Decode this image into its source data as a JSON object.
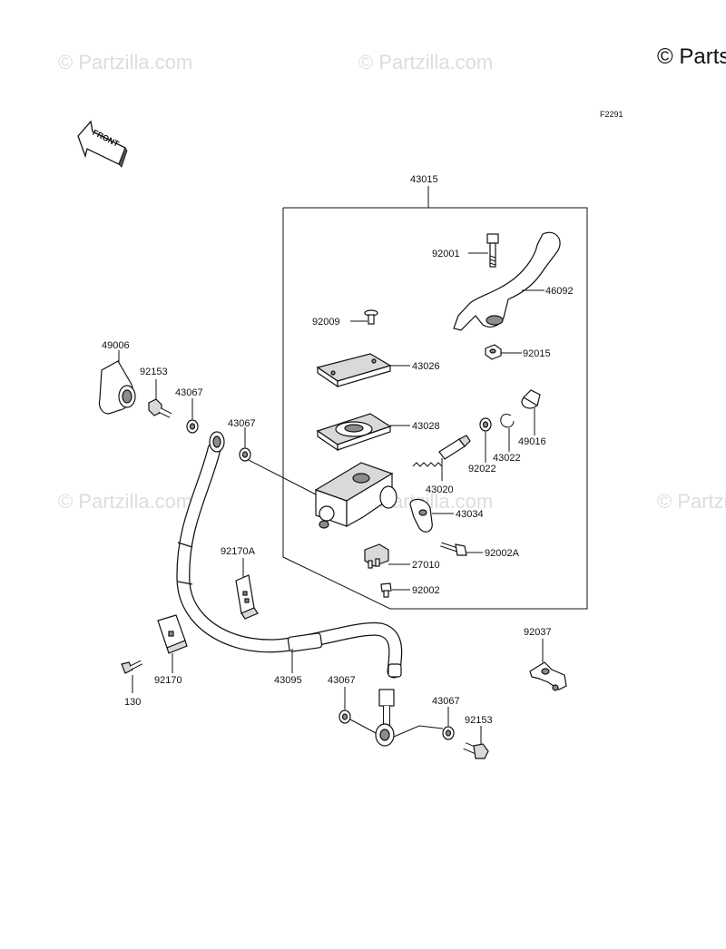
{
  "watermarks": [
    "© Partzilla.com",
    "© Partzilla.com",
    "© Partzilla.com",
    "© Partzilla.com",
    "© Partzilla.com",
    "© Partzilla.com"
  ],
  "copyright": "© Parts",
  "figure_code": "F2291",
  "front_label": "FRONT",
  "parts": {
    "p43015": "43015",
    "p92001": "92001",
    "p46092": "46092",
    "p92009": "92009",
    "p92015": "92015",
    "p43026": "43026",
    "p43028": "43028",
    "p49016": "49016",
    "p43022": "43022",
    "p92022": "92022",
    "p43020": "43020",
    "p43034": "43034",
    "p92002A": "92002A",
    "p27010": "27010",
    "p92002": "92002",
    "p49006": "49006",
    "p92153a": "92153",
    "p43067a": "43067",
    "p43067b": "43067",
    "p92170A": "92170A",
    "p92170": "92170",
    "p130": "130",
    "p43095": "43095",
    "p43067c": "43067",
    "p43067d": "43067",
    "p92153b": "92153",
    "p92037": "92037"
  }
}
